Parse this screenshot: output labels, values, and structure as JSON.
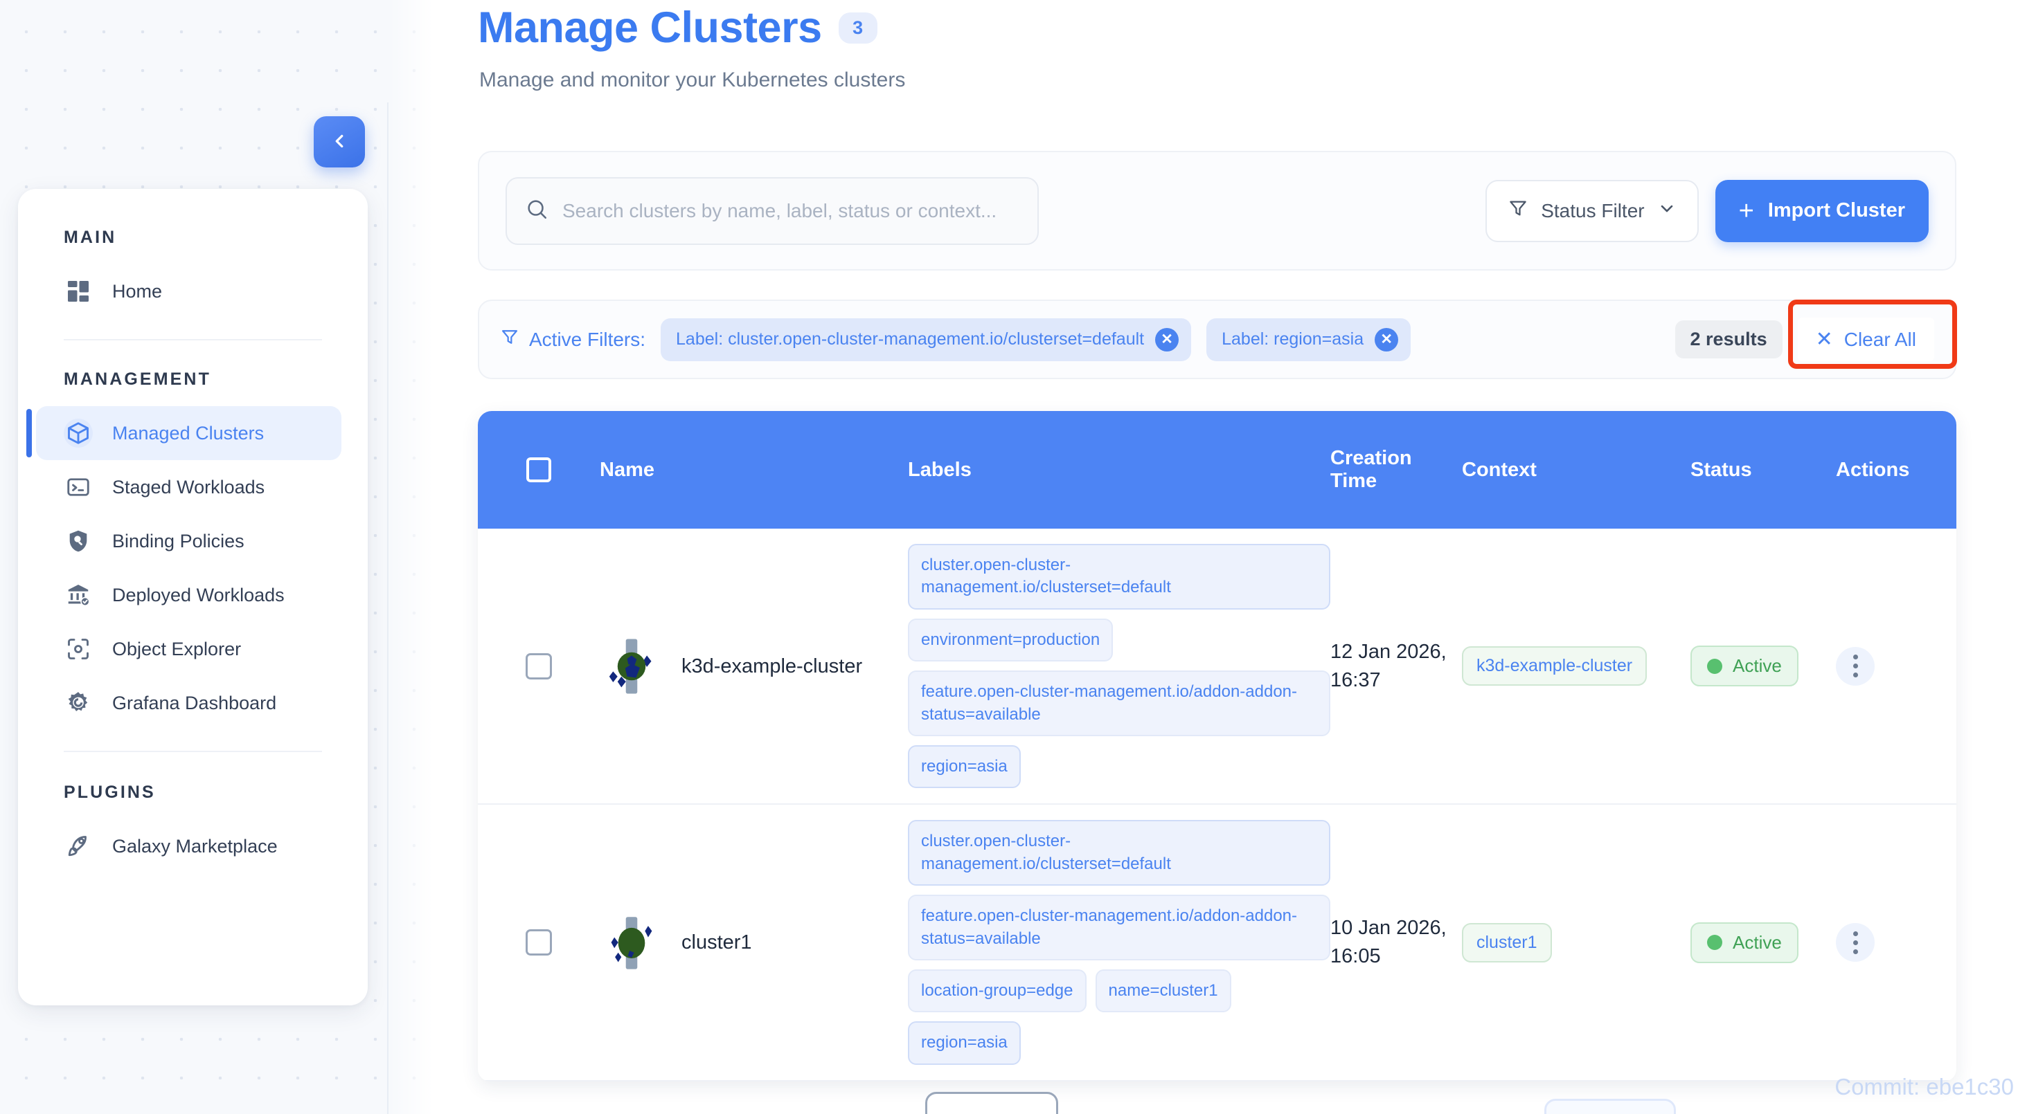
{
  "sidebar": {
    "collapse_icon": "chevron-left-icon",
    "sections": [
      {
        "title": "MAIN",
        "items": [
          {
            "label": "Home",
            "icon": "dashboard-grid-icon",
            "active": false
          }
        ]
      },
      {
        "title": "MANAGEMENT",
        "items": [
          {
            "label": "Managed Clusters",
            "icon": "cube-icon",
            "active": true
          },
          {
            "label": "Staged Workloads",
            "icon": "terminal-icon",
            "active": false
          },
          {
            "label": "Binding Policies",
            "icon": "shield-search-icon",
            "active": false
          },
          {
            "label": "Deployed Workloads",
            "icon": "bank-check-icon",
            "active": false
          },
          {
            "label": "Object Explorer",
            "icon": "scan-object-icon",
            "active": false
          },
          {
            "label": "Grafana Dashboard",
            "icon": "grafana-icon",
            "active": false
          }
        ]
      },
      {
        "title": "PLUGINS",
        "items": [
          {
            "label": "Galaxy Marketplace",
            "icon": "rocket-icon",
            "active": false
          }
        ]
      }
    ]
  },
  "header": {
    "title": "Manage Clusters",
    "count_badge": "3",
    "subtitle": "Manage and monitor your Kubernetes clusters"
  },
  "toolbar": {
    "search_placeholder": "Search clusters by name, label, status or context...",
    "search_value": "",
    "search_icon": "search-icon",
    "status_filter_label": "Status Filter",
    "status_filter_icon": "funnel-icon",
    "status_filter_chevron": "chevron-down-icon",
    "import_button_label": "Import Cluster",
    "import_button_icon": "plus-icon"
  },
  "active_filters": {
    "label": "Active Filters:",
    "icon": "funnel-icon",
    "chips": [
      {
        "text": "Label: cluster.open-cluster-management.io/clusterset=default",
        "remove_icon": "close-circle-icon"
      },
      {
        "text": "Label: region=asia",
        "remove_icon": "close-circle-icon"
      }
    ],
    "results_text": "2 results",
    "clear_all_label": "Clear All",
    "clear_all_icon": "close-icon",
    "highlight_color": "#f03a17"
  },
  "table": {
    "columns": [
      "",
      "Name",
      "Labels",
      "Creation Time",
      "Context",
      "Status",
      "Actions"
    ],
    "header_bg": "#4d84f4",
    "rows": [
      {
        "name": "k3d-example-cluster",
        "labels": [
          {
            "text": "cluster.open-cluster-management.io/clusterset=default",
            "wide": true
          },
          {
            "text": "environment=production",
            "wide": false
          },
          {
            "text": "feature.open-cluster-management.io/addon-addon-status=available",
            "wide": true
          },
          {
            "text": "region=asia",
            "wide": false
          }
        ],
        "creation_time": "12 Jan 2026, 16:37",
        "context": "k3d-example-cluster",
        "status": "Active",
        "status_color": "#3fa155",
        "actions_icon": "kebab-menu-icon"
      },
      {
        "name": "cluster1",
        "labels": [
          {
            "text": "cluster.open-cluster-management.io/clusterset=default",
            "wide": true
          },
          {
            "text": "feature.open-cluster-management.io/addon-addon-status=available",
            "wide": true
          },
          {
            "text": "location-group=edge",
            "wide": false
          },
          {
            "text": "name=cluster1",
            "wide": false
          },
          {
            "text": "region=asia",
            "wide": false
          }
        ],
        "creation_time": "10 Jan 2026, 16:05",
        "context": "cluster1",
        "status": "Active",
        "status_color": "#3fa155",
        "actions_icon": "kebab-menu-icon"
      }
    ]
  },
  "footer": {
    "commit": "Commit: ebe1c30"
  }
}
